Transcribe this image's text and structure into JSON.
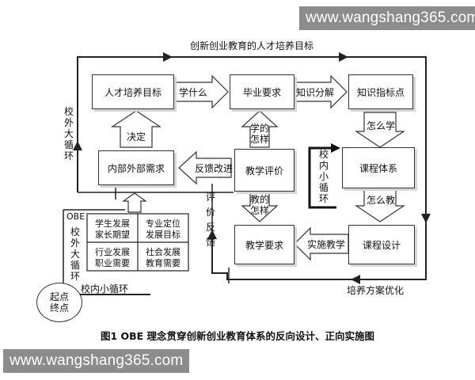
{
  "watermark": {
    "text": "www.wangshang365.com"
  },
  "title_top": "创新创业教育的人才培养目标",
  "boxes": {
    "talent_goal": "人才培养目标",
    "grad_req": "毕业要求",
    "knowledge_point": "知识指标点",
    "internal_external": "内部外部需求",
    "teaching_eval": "教学评价",
    "course_system": "课程体系",
    "teaching_req": "教学要求",
    "course_design": "课程设计"
  },
  "arrows": {
    "learn_what": "学什么",
    "knowledge_decompose": "知识分解",
    "how_learn_line1": "学的",
    "how_learn_line2": "怎样",
    "how_to_learn": "怎么学",
    "decide": "决定",
    "feedback_improve": "反馈改进",
    "how_teach_line1": "教的",
    "how_teach_line2": "怎样",
    "how_to_teach": "怎么教",
    "implement_teaching": "实施教学"
  },
  "loops": {
    "outer_left": "校外大循环",
    "inner_center": "校内小循环",
    "eval_feedback": "评价反馈",
    "plan_optimize": "培养方案优化",
    "obe_label": "OBE",
    "obe_outer": "校外大循环",
    "inner_bottom": "校内小循环"
  },
  "grid": {
    "c1_line1": "学生发展",
    "c1_line2": "家长期望",
    "c2_line1": "专业定位",
    "c2_line2": "发展目标",
    "c3_line1": "行业发展",
    "c3_line2": "职业需要",
    "c4_line1": "社会发展",
    "c4_line2": "教育需要"
  },
  "start": {
    "line1": "起点",
    "line2": "终点"
  },
  "caption": "图1   OBE 理念贯穿创新创业教育体系的反向设计、正向实施图"
}
